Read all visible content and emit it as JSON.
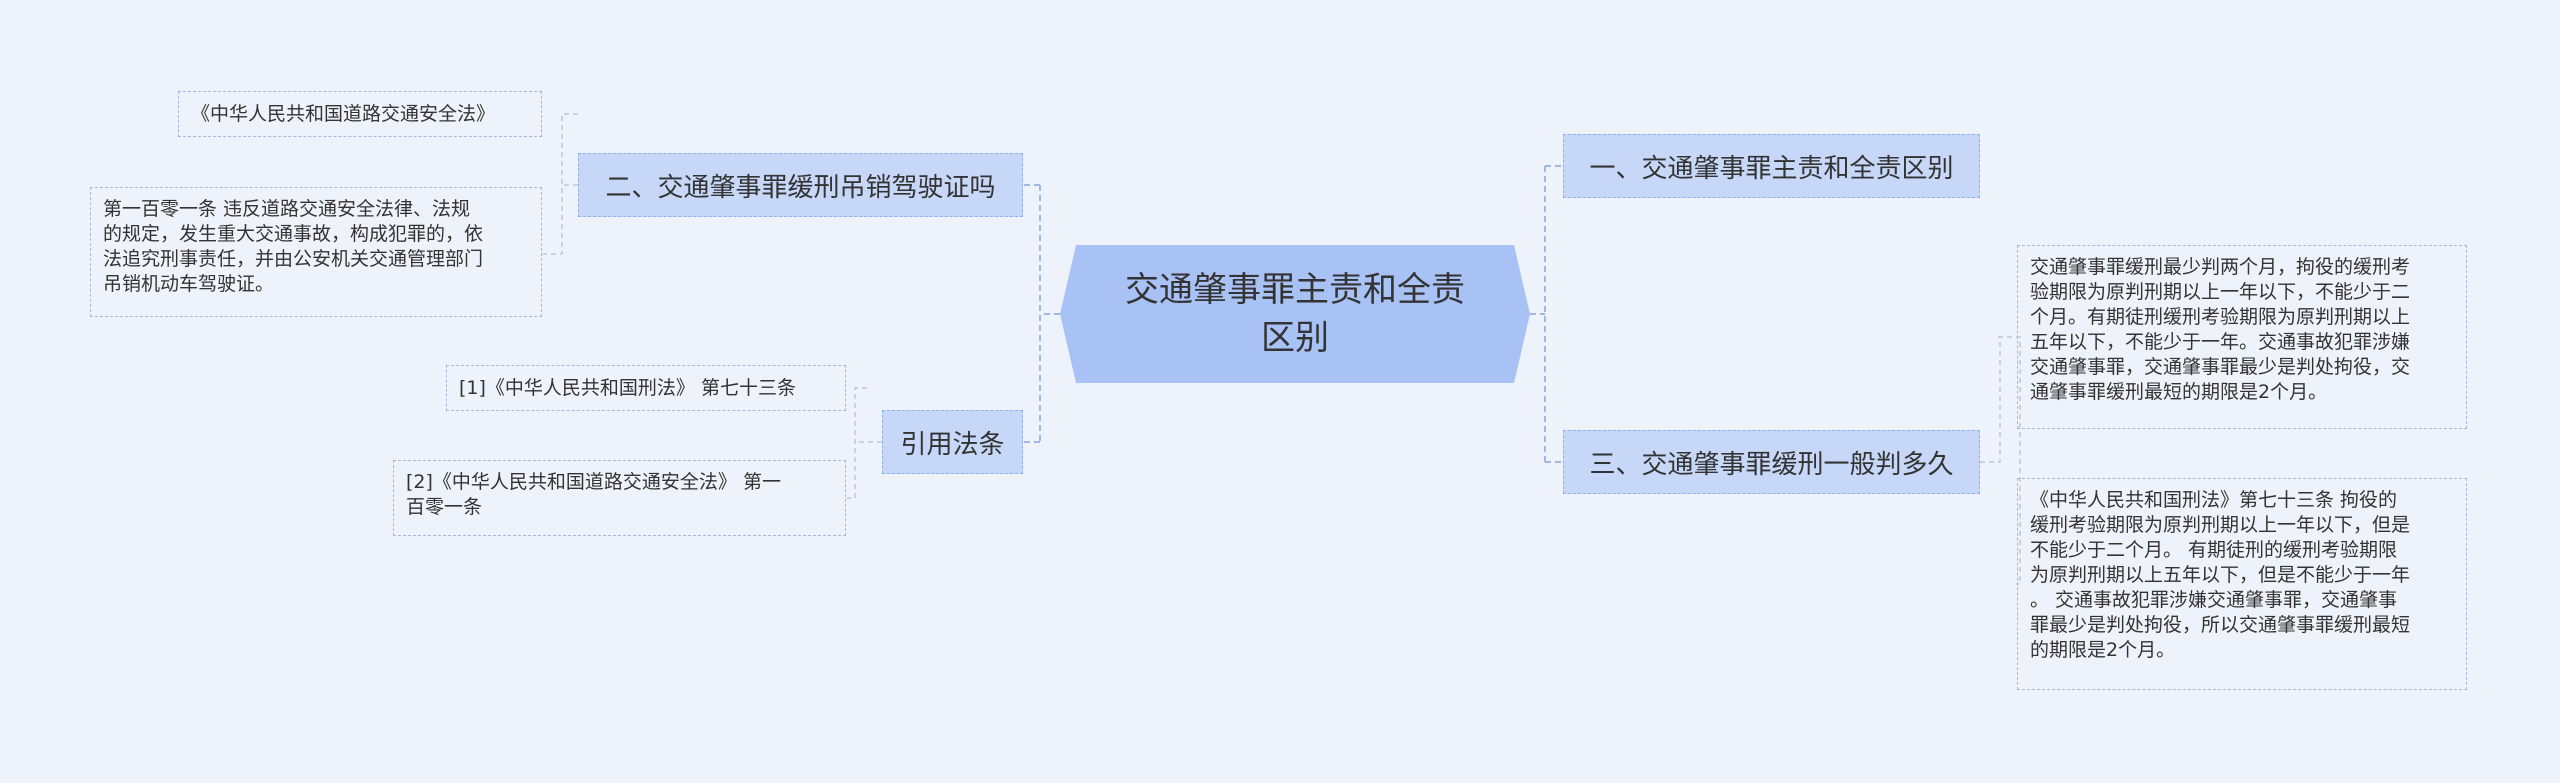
{
  "center_topic": "交通肇事罪主责和全责区别",
  "branches": {
    "b1": {
      "label": "一、交通肇事罪主责和全责区别"
    },
    "b2": {
      "label": "二、交通肇事罪缓刑吊销驾驶证吗",
      "leaves": [
        "《中华人民共和国道路交通安全法》",
        "第一百零一条 违反道路交通安全法律、法规\n的规定，发生重大交通事故，构成犯罪的，依\n法追究刑事责任，并由公安机关交通管理部门\n吊销机动车驾驶证。"
      ]
    },
    "b3": {
      "label": "三、交通肇事罪缓刑一般判多久",
      "leaves": [
        "交通肇事罪缓刑最少判两个月，拘役的缓刑考\n验期限为原判刑期以上一年以下，不能少于二\n个月。有期徒刑缓刑考验期限为原判刑期以上\n五年以下，不能少于一年。交通事故犯罪涉嫌\n交通肇事罪，交通肇事罪最少是判处拘役，交\n通肇事罪缓刑最短的期限是2个月。",
        "《中华人民共和国刑法》第七十三条 拘役的\n缓刑考验期限为原判刑期以上一年以下，但是\n不能少于二个月。 有期徒刑的缓刑考验期限\n为原判刑期以上五年以下，但是不能少于一年\n。 交通事故犯罪涉嫌交通肇事罪，交通肇事\n罪最少是判处拘役，所以交通肇事罪缓刑最短\n的期限是2个月。"
      ]
    },
    "b4": {
      "label": "引用法条",
      "leaves": [
        "[1]《中华人民共和国刑法》 第七十三条",
        "[2]《中华人民共和国道路交通安全法》 第一\n百零一条"
      ]
    }
  },
  "colors": {
    "background": "#eef3fb",
    "center_fill": "#a9c2f6",
    "branch_fill": "#c6d7f8",
    "connector": "#9fb8e6"
  }
}
